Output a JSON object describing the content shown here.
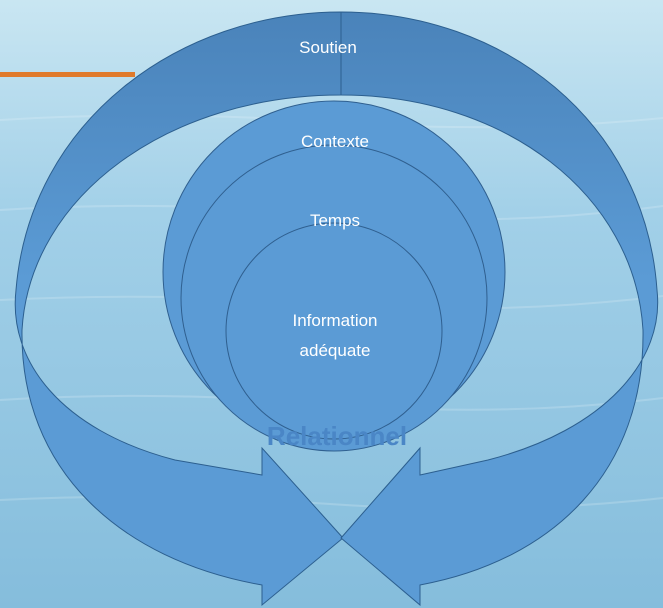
{
  "diagram": {
    "outer_ring_label": "Soutien",
    "circle_outer_label": "Contexte",
    "circle_middle_label": "Temps",
    "circle_inner_label_line1": "Information",
    "circle_inner_label_line2": "adéquate",
    "bottom_label": "Relationnel"
  },
  "colors": {
    "accent_top_bar": "#e07a2b",
    "arrow_fill": "#5b9bd5",
    "arrow_fill_dark": "#3f75ad",
    "arrow_stroke": "#2c5f8f",
    "circle_fill": "#5b9bd5",
    "circle_stroke": "#2f5f8f",
    "bottom_label": "#4a86c6"
  }
}
